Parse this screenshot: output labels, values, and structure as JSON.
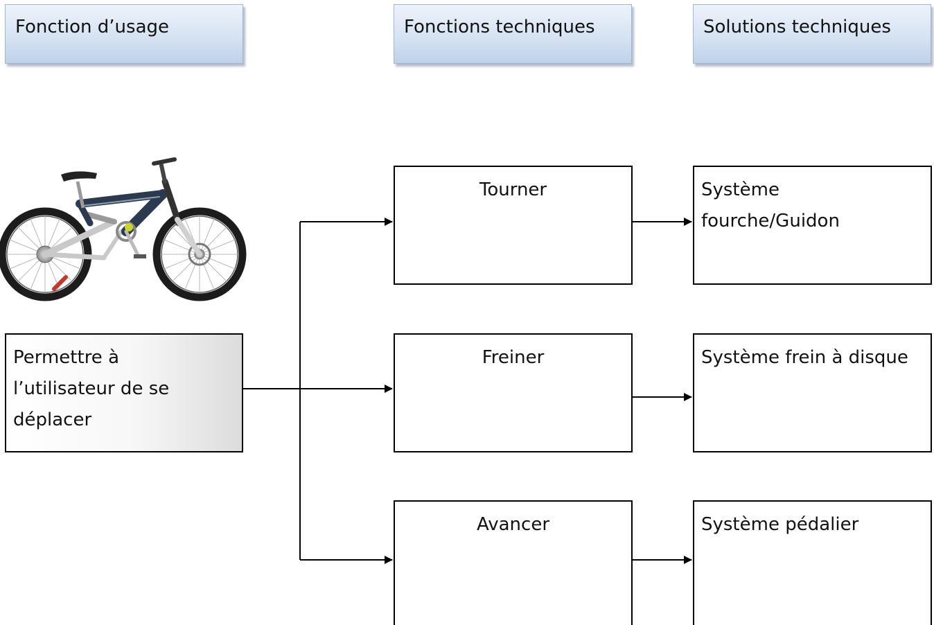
{
  "headers": {
    "usage": "Fonction d’usage",
    "technical_functions": "Fonctions techniques",
    "technical_solutions": "Solutions techniques"
  },
  "usage_box": {
    "lines": [
      "Permettre à",
      "l’utilisateur de se",
      "déplacer"
    ]
  },
  "functions": [
    {
      "label": "Tourner",
      "solution_lines": [
        "Système",
        "fourche/Guidon"
      ]
    },
    {
      "label": "Freiner",
      "solution_lines": [
        "Système frein à disque"
      ]
    },
    {
      "label": "Avancer",
      "solution_lines": [
        "Système pédalier"
      ]
    }
  ],
  "colors": {
    "header_fill": "#d6e3f2",
    "header_border": "#9fb7d3",
    "bike_frame": "#2b3a4f",
    "tire": "#1c1c1c",
    "line": "#000000"
  },
  "image": {
    "subject": "mountain bike with full suspension",
    "icon": "bicycle-image"
  }
}
